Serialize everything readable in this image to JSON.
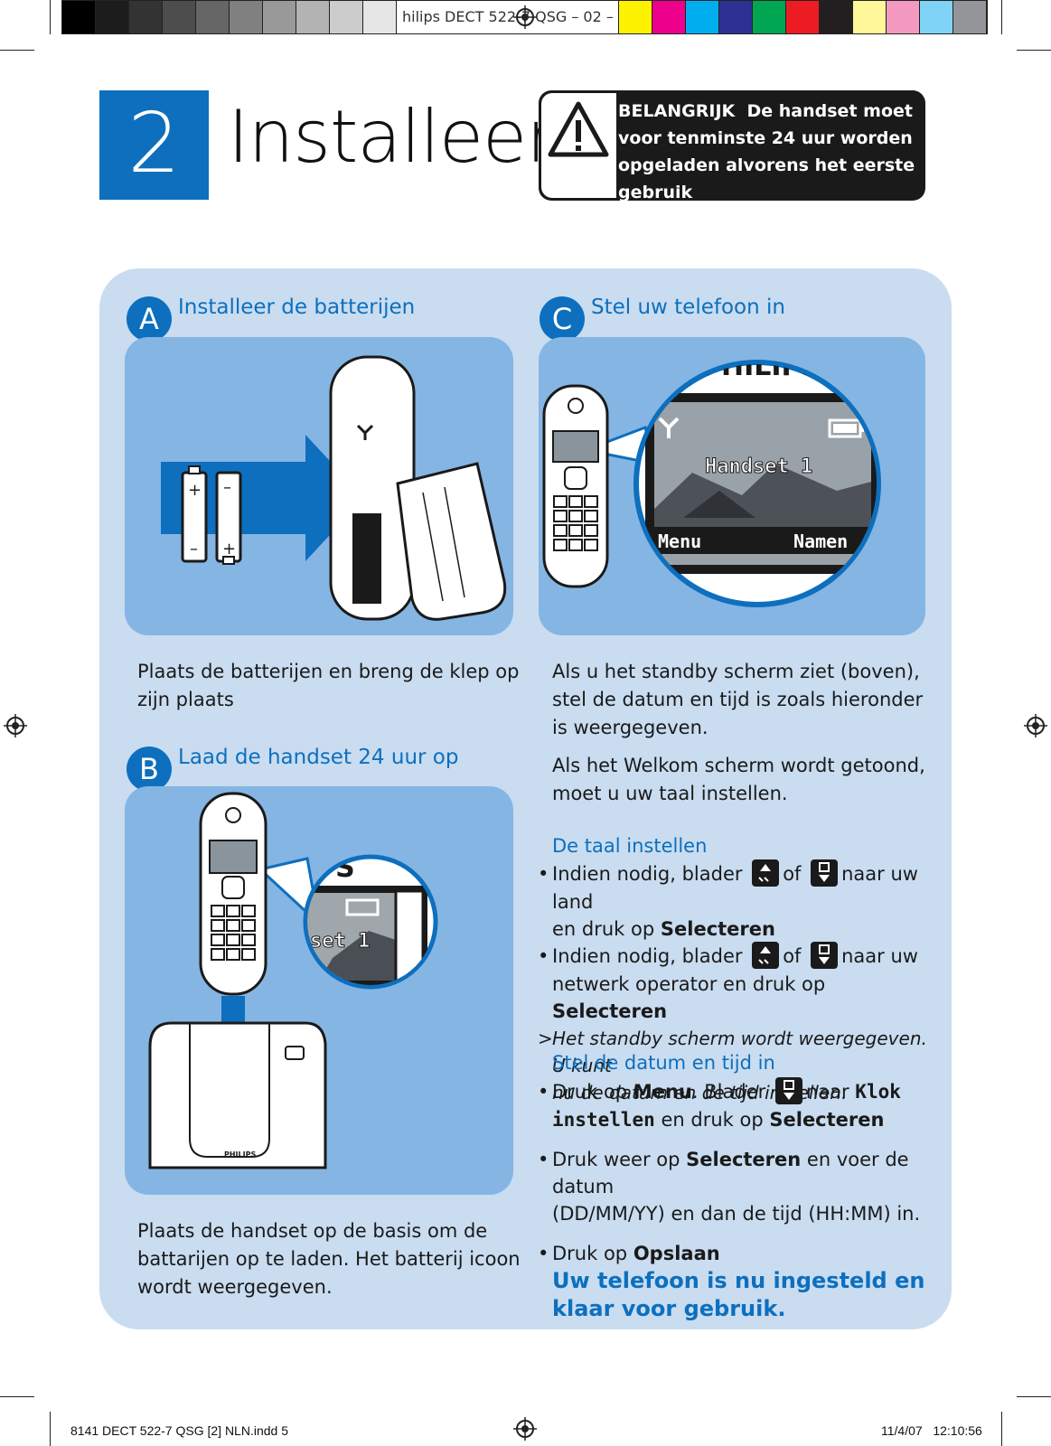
{
  "print_marks": {
    "slug_text": "hilips DECT 522-7 QSG – 02 –",
    "gray_swatches": [
      "#000000",
      "#1c1c1c",
      "#333333",
      "#4d4d4d",
      "#666666",
      "#808080",
      "#999999",
      "#b3b3b3",
      "#cccccc",
      "#e6e6e6"
    ],
    "color_swatches": [
      "#fff200",
      "#ec008c",
      "#00aeef",
      "#2e3192",
      "#00a651",
      "#ed1c24",
      "#231f20",
      "#fff799",
      "#f49ac1",
      "#7fd3f7",
      "#939598"
    ]
  },
  "header": {
    "step_number": "2",
    "title": "Installeer",
    "warning_label": "BELANGRIJK",
    "warning_text": "De handset moet voor tenminste 24 uur worden opgeladen alvorens het eerste gebruik"
  },
  "sections": {
    "a": {
      "letter": "A",
      "title": "Installeer de batterijen",
      "caption_line1": "Plaats de batterijen en breng de klep op",
      "caption_line2": "zijn plaats"
    },
    "b": {
      "letter": "B",
      "title": "Laad de handset 24 uur op",
      "caption_line1": "Plaats de handset op de basis om de",
      "caption_line2": "battarijen op te laden. Het batterij icoon",
      "caption_line3": "wordt weergegeven.",
      "lcd_zoom_text": "set 1",
      "brand_zoom_text": "IPS",
      "base_brand": "PHILIPS"
    },
    "c": {
      "letter": "C",
      "title": "Stel uw telefoon in",
      "brand": "PHILIPS",
      "lcd_title": "Handset 1",
      "lcd_left_soft": "Menu",
      "lcd_right_soft": "Namen",
      "intro_line1": "Als u het standby scherm ziet (boven),",
      "intro_line2": "stel de datum en tijd is zoals hieronder",
      "intro_line3": "is weergegeven.",
      "welcome_line1": "Als het Welkom scherm wordt getoond,",
      "welcome_line2": "moet u uw taal instellen.",
      "language": {
        "title": "De taal instellen",
        "b1_pre": "Indien nodig, blader",
        "b1_of": "of",
        "b1_post": "naar uw land",
        "b1_line2_pre": "en druk op",
        "b1_line2_bold": "Selecteren",
        "b2_pre": "Indien nodig, blader",
        "b2_of": "of",
        "b2_post": "naar uw",
        "b2_line2_pre": "netwerk operator en druk op",
        "b2_line2_bold": "Selecteren",
        "result_line1": "Het standby scherm wordt weergegeven. U kunt",
        "result_line2": "nu de datum en de tijd instellen."
      },
      "datetime": {
        "title": "Stel de datum en tijd in",
        "b1_pre": "Druk op",
        "b1_menu": "Menu",
        "b1_mid": ". Blader",
        "b1_post": "naar",
        "b1_klok": "Klok",
        "b1_instellen": "instellen",
        "b1_end_pre": "en druk op",
        "b1_end_bold": "Selecteren",
        "b2_pre": "Druk weer op",
        "b2_bold": "Selecteren",
        "b2_post": "en voer de datum",
        "b2_line2": "(DD/MM/YY) en dan de tijd (HH:MM) in.",
        "b3_pre": "Druk op",
        "b3_bold": "Opslaan"
      },
      "final_line1": "Uw telefoon is nu ingesteld en",
      "final_line2": "klaar voor gebruik."
    }
  },
  "footer": {
    "file": "8141 DECT 522-7 QSG [2] NLN.indd   5",
    "date": "11/4/07",
    "time": "12:10:56"
  },
  "colors": {
    "brand_blue": "#0d6fbe",
    "panel_bg": "#c9dcf0",
    "illus_bg": "#85b5e3"
  }
}
